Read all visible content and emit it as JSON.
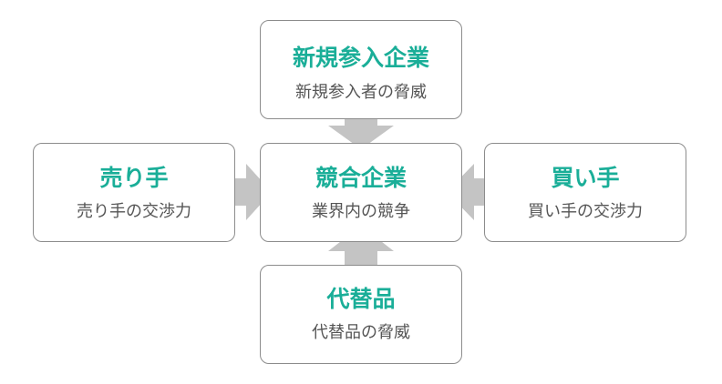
{
  "colors": {
    "title": "#1aae98",
    "subtitle": "#555555",
    "border": "#8c8c8c",
    "arrow": "#c4c4c4"
  },
  "nodes": {
    "new_entrants": {
      "title": "新規参入企業",
      "subtitle": "新規参入者の脅威"
    },
    "sellers": {
      "title": "売り手",
      "subtitle": "売り手の交渉力"
    },
    "competitors": {
      "title": "競合企業",
      "subtitle": "業界内の競争"
    },
    "buyers": {
      "title": "買い手",
      "subtitle": "買い手の交渉力"
    },
    "substitutes": {
      "title": "代替品",
      "subtitle": "代替品の脅威"
    }
  }
}
